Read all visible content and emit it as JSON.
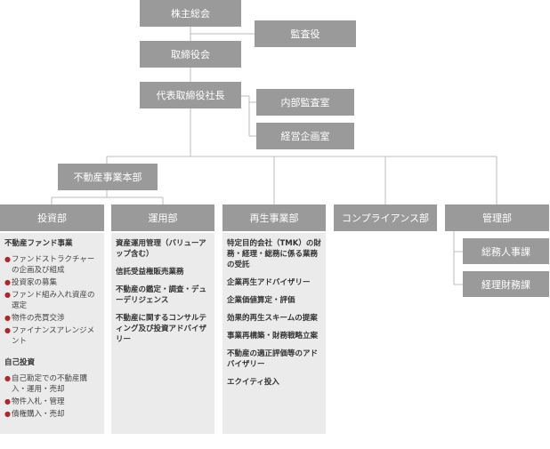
{
  "top": {
    "shareholders": "株主総会",
    "auditor": "監査役",
    "board": "取締役会",
    "president": "代表取締役社長",
    "internal_audit": "内部監査室",
    "planning": "経営企画室",
    "re_division": "不動産事業本部"
  },
  "departments": {
    "investment": "投資部",
    "operations": "運用部",
    "revival": "再生事業部",
    "compliance": "コンプライアンス部",
    "management": "管理部"
  },
  "management_units": {
    "general_affairs": "総務人事課",
    "accounting": "経理財務課"
  },
  "investment_panel": {
    "section1": "不動産ファンド事業",
    "items1": [
      "ファンドストラクチャーの企画及び組成",
      "投資家の募集",
      "ファンド組み入れ資産の選定",
      "物件の売買交渉",
      "ファイナンスアレンジメント"
    ],
    "section2": "自己投資",
    "items2": [
      "自己勘定での不動産購入・運用・売却",
      "物件入札・管理",
      "債権購入・売却"
    ]
  },
  "operations_panel": {
    "items": [
      "資産運用管理（バリューアップ含む）",
      "信託受益権販売業務",
      "不動産の鑑定・調査・デューデリジェンス",
      "不動産に関するコンサルティング及び投資アドバイザリー"
    ]
  },
  "revival_panel": {
    "items": [
      "特定目的会社（TMK）の財務・経理・総務に係る業務の受託",
      "企業再生アドバイザリー",
      "企業価値算定・評価",
      "効果的再生スキームの提案",
      "事業再構築・財務戦略立案",
      "不動産の適正評価等のアドバイザリー",
      "エクイティ投入"
    ]
  },
  "colors": {
    "box": "#9a9a9a",
    "panel": "#ebebeb",
    "bullet": "#b0262b",
    "line": "#bdbdbd"
  }
}
